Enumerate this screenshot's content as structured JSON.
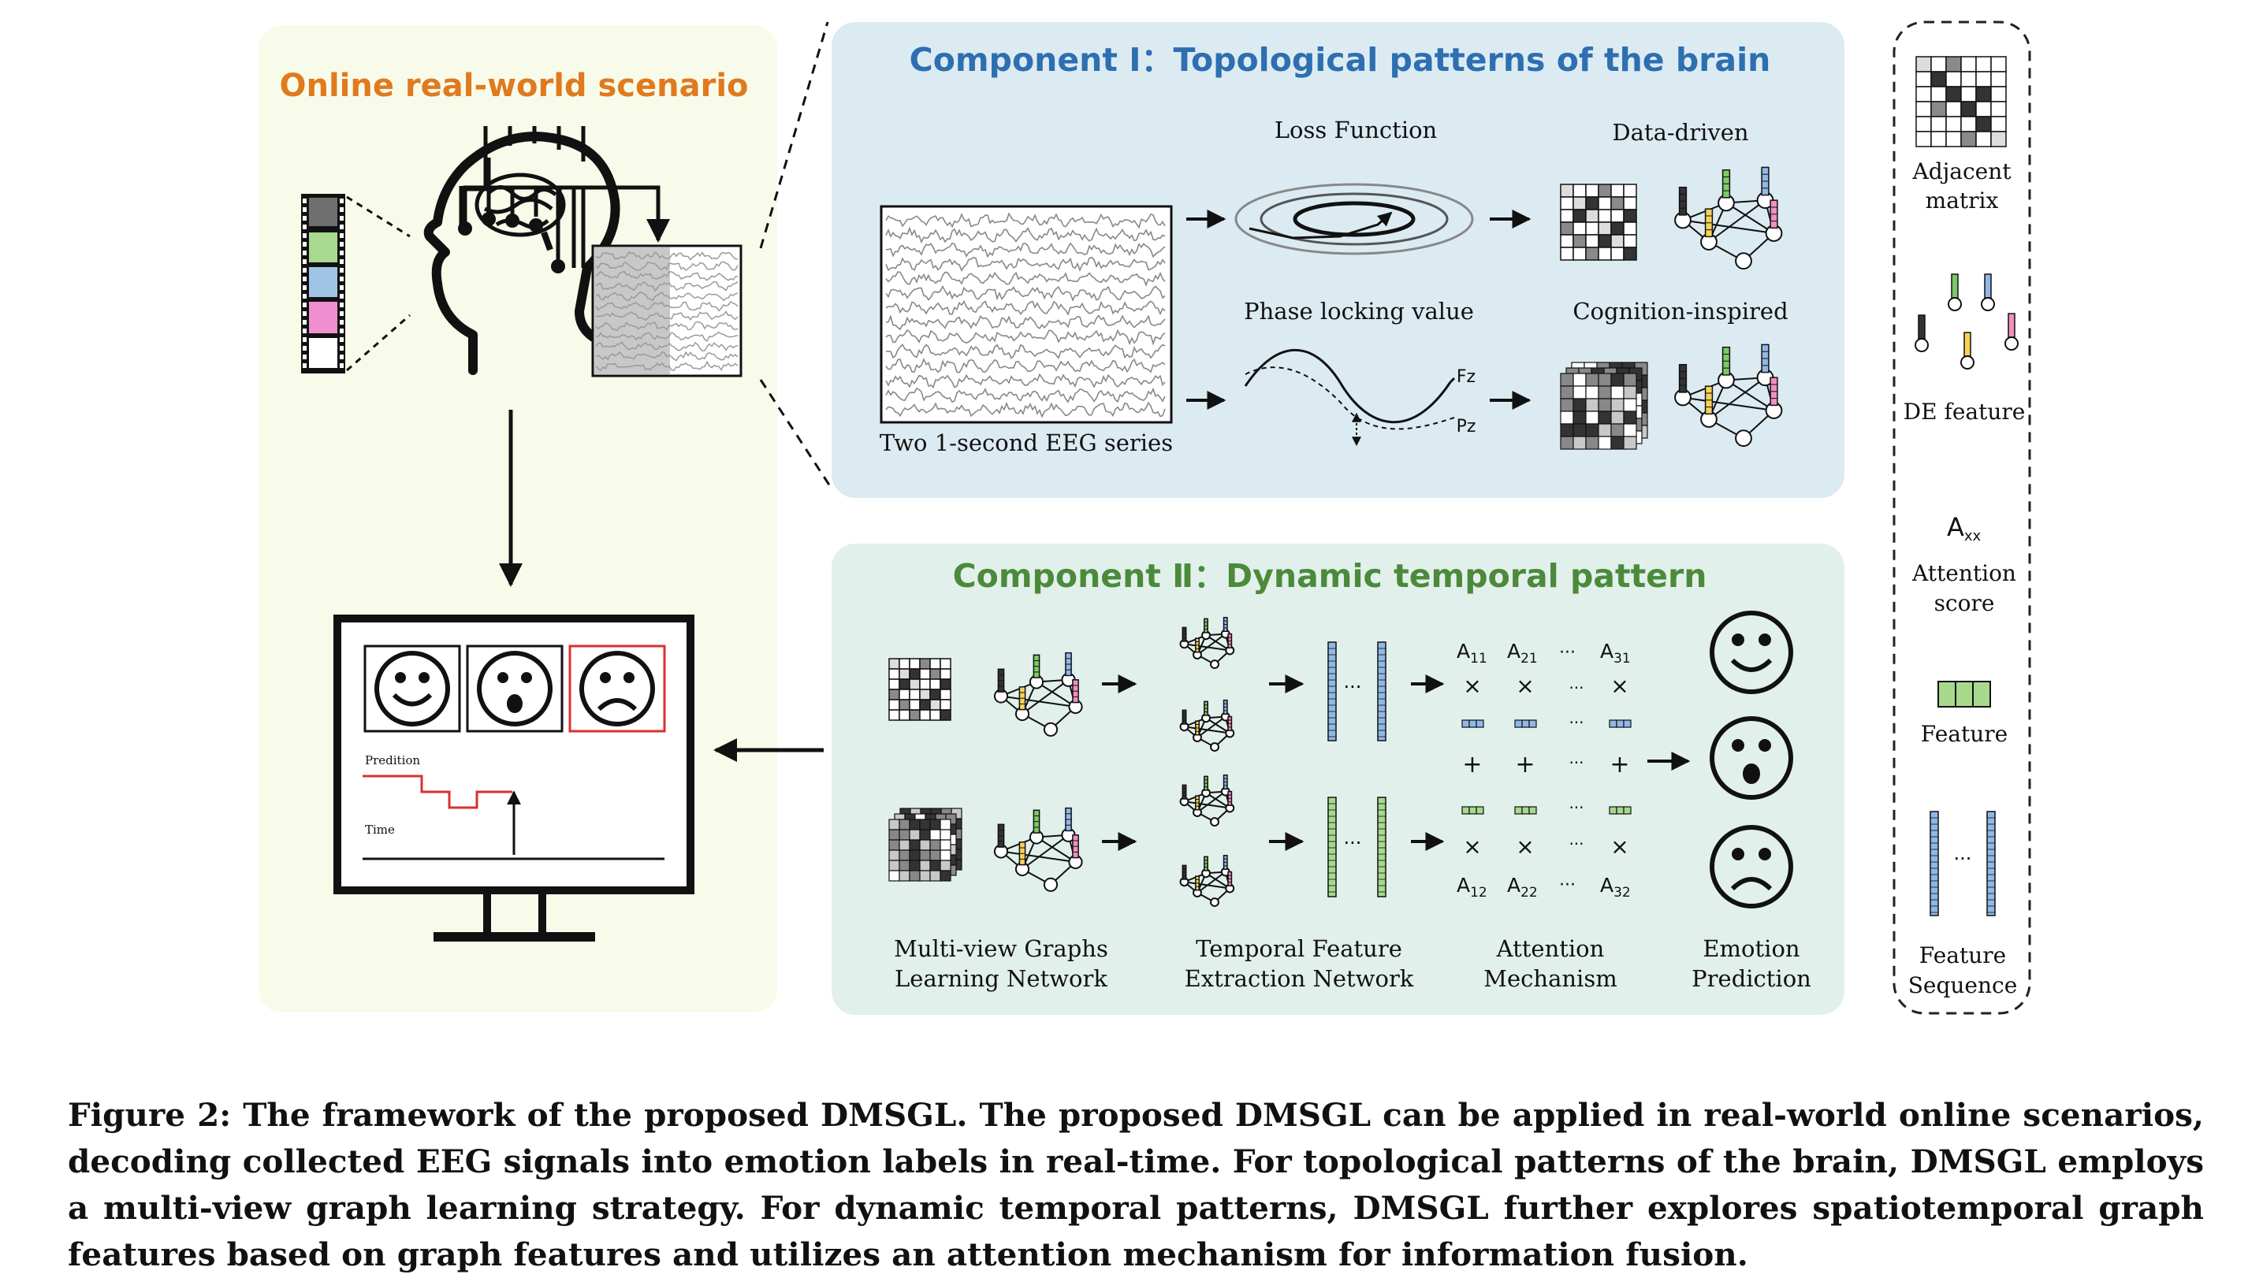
{
  "component1": {
    "title": "Component Ⅰ：Topological patterns of the brain",
    "loss_function": "Loss Function",
    "data_driven": "Data-driven",
    "plv": "Phase locking value",
    "cognition": "Cognition-inspired",
    "eeg_label": "Two 1-second EEG series",
    "fz": "Fz",
    "pz": "Pz"
  },
  "online": {
    "title": "Online real-world scenario",
    "prediction": "Predition",
    "time": "Time"
  },
  "component2": {
    "title": "Component Ⅱ：Dynamic temporal pattern",
    "stage1": [
      "Multi-view Graphs",
      "Learning Network"
    ],
    "stage2": [
      "Temporal Feature",
      "Extraction Network"
    ],
    "stage3": [
      "Attention",
      "Mechanism"
    ],
    "stage4": [
      "Emotion",
      "Prediction"
    ],
    "attn_top": [
      "A",
      "11",
      "A",
      "21",
      "A",
      "31"
    ],
    "attn_bottom": [
      "A",
      "12",
      "A",
      "22",
      "A",
      "32"
    ],
    "dots": "···",
    "times": "×",
    "plus": "+"
  },
  "legend": {
    "adjacent": [
      "Adjacent",
      "matrix"
    ],
    "de_feature": "DE feature",
    "axx": [
      "A",
      "xx"
    ],
    "attention": [
      "Attention",
      "score"
    ],
    "feature": "Feature",
    "feature_seq": [
      "Feature",
      "Sequence"
    ]
  },
  "caption": "Figure 2: The framework of the proposed DMSGL. The proposed DMSGL can be applied in real-world online scenarios, decoding collected EEG signals into emotion labels in real-time. For topological patterns of the brain, DMSGL employs a multi-view graph learning strategy. For dynamic temporal patterns, DMSGL further explores spatiotemporal graph features based on graph features and utilizes an attention mechanism for information fusion.",
  "colors": {
    "online_bg": "#f8fbea",
    "comp1_bg": "#dcebf2",
    "comp2_bg": "#e2f0ec",
    "online_title": "#e07a1e",
    "comp1_title": "#2d6fb0",
    "comp2_title": "#4b8a3a",
    "red": "#d93030"
  }
}
